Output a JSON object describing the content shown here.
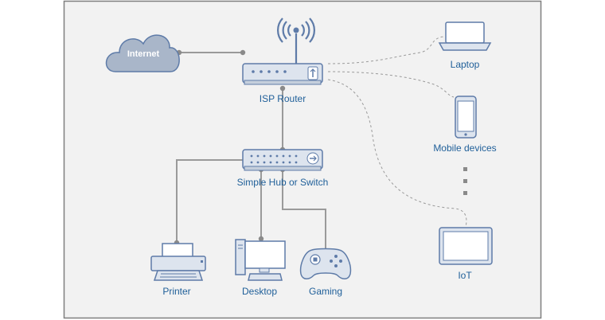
{
  "diagram": {
    "labels": {
      "internet": "Internet",
      "router": "ISP Router",
      "switch": "Simple Hub or Switch",
      "laptop": "Laptop",
      "mobile": "Mobile devices",
      "iot": "IoT",
      "printer": "Printer",
      "desktop": "Desktop",
      "gaming": "Gaming"
    },
    "colors": {
      "label_text": "#1f5f99",
      "device_outline": "#5e7ba8",
      "device_fill": "#dde4ee",
      "cloud_fill": "#a9b6c9",
      "wire": "#9a9a9a",
      "panel_background": "#f2f2f2",
      "panel_border": "#7f7f7f"
    },
    "icons": {
      "internet": "cloud-icon",
      "router": "wifi-router-icon",
      "switch": "network-switch-icon",
      "laptop": "laptop-icon",
      "mobile": "smartphone-icon",
      "iot": "tablet-icon",
      "printer": "printer-icon",
      "desktop": "desktop-computer-icon",
      "gaming": "gamepad-icon"
    }
  }
}
